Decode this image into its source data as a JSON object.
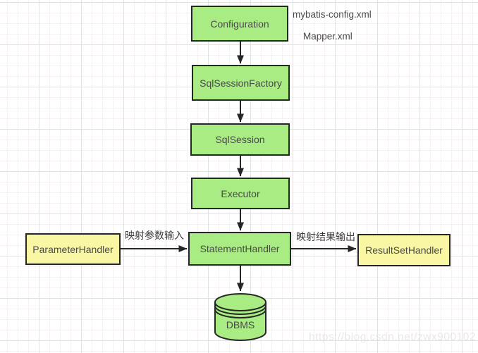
{
  "diagram": {
    "nodes": {
      "configuration": {
        "label": "Configuration"
      },
      "sql_session_factory": {
        "label": "SqlSessionFactory"
      },
      "sql_session": {
        "label": "SqlSession"
      },
      "executor": {
        "label": "Executor"
      },
      "statement_handler": {
        "label": "StatementHandler"
      },
      "parameter_handler": {
        "label": "ParameterHandler"
      },
      "result_set_handler": {
        "label": "ResultSetHandler"
      },
      "dbms": {
        "label": "DBMS"
      }
    },
    "annotations": {
      "config_file": "mybatis-config.xml",
      "mapper_file": "Mapper.xml"
    },
    "edge_labels": {
      "parameter_input": "映射参数输入",
      "result_output": "映射结果输出"
    },
    "edges": [
      {
        "from": "configuration",
        "to": "sql_session_factory"
      },
      {
        "from": "sql_session_factory",
        "to": "sql_session"
      },
      {
        "from": "sql_session",
        "to": "executor"
      },
      {
        "from": "executor",
        "to": "statement_handler"
      },
      {
        "from": "parameter_handler",
        "to": "statement_handler",
        "label": "映射参数输入"
      },
      {
        "from": "statement_handler",
        "to": "result_set_handler",
        "label": "映射结果输出"
      },
      {
        "from": "statement_handler",
        "to": "dbms"
      }
    ],
    "watermark": "https://blog.csdn.net/zwx900102",
    "colors": {
      "green_fill": "#a8ec83",
      "yellow_fill": "#f9f7a3",
      "border": "#262626",
      "arrow": "#262626",
      "grid_major": "#e2e2e2",
      "grid_minor": "#f7f1f1"
    }
  }
}
